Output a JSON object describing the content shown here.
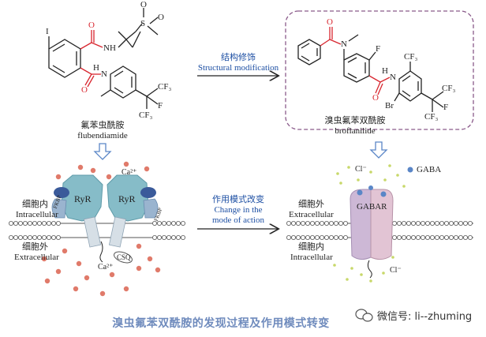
{
  "molecule_left": {
    "name_cn": "氟苯虫酰胺",
    "name_en": "flubendiamide",
    "atoms": {
      "I": "I",
      "O": "O",
      "S": "S",
      "N": "N",
      "H": "H",
      "CF3": "CF₃",
      "F3C": "CF₃"
    }
  },
  "molecule_right": {
    "name_cn": "溴虫氟苯双酰胺",
    "name_en": "broflanilide",
    "atoms": {
      "O": "O",
      "N": "N",
      "F": "F",
      "H": "H",
      "CF3": "CF₃",
      "Br": "Br"
    }
  },
  "arrow_top": {
    "cn": "结构修饰",
    "en": "Structural modification"
  },
  "arrow_bottom": {
    "cn": "作用模式改变",
    "en1": "Change in the",
    "en2": "mode of action"
  },
  "left_membrane": {
    "intracellular_cn": "细胞内",
    "intracellular_en": "Intracellular",
    "extracellular_cn": "细胞外",
    "extracellular_en": "Extracellular",
    "ryr": "RyR",
    "fkbp": "FKBP",
    "csq": "CSQ",
    "ca": "Ca²⁺"
  },
  "right_membrane": {
    "extracellular_cn": "细胞外",
    "extracellular_en": "Extracellular",
    "intracellular_cn": "细胞内",
    "intracellular_en": "Intracellular",
    "gabar": "GABAR",
    "cl": "Cl⁻",
    "gaba_legend": "GABA"
  },
  "caption": "溴虫氟苯双酰胺的发现过程及作用模式转变",
  "watermark": "微信号: li--zhuming",
  "colors": {
    "amide_red": "#d8262f",
    "ryr_teal": "#7fb7c4",
    "gabar_pink": "#d9b8cf",
    "ca_dot": "#e07a6a",
    "gaba_dot": "#5a86c7",
    "cl_dot": "#c8d86a",
    "dash_purple": "#8a5a8a"
  }
}
